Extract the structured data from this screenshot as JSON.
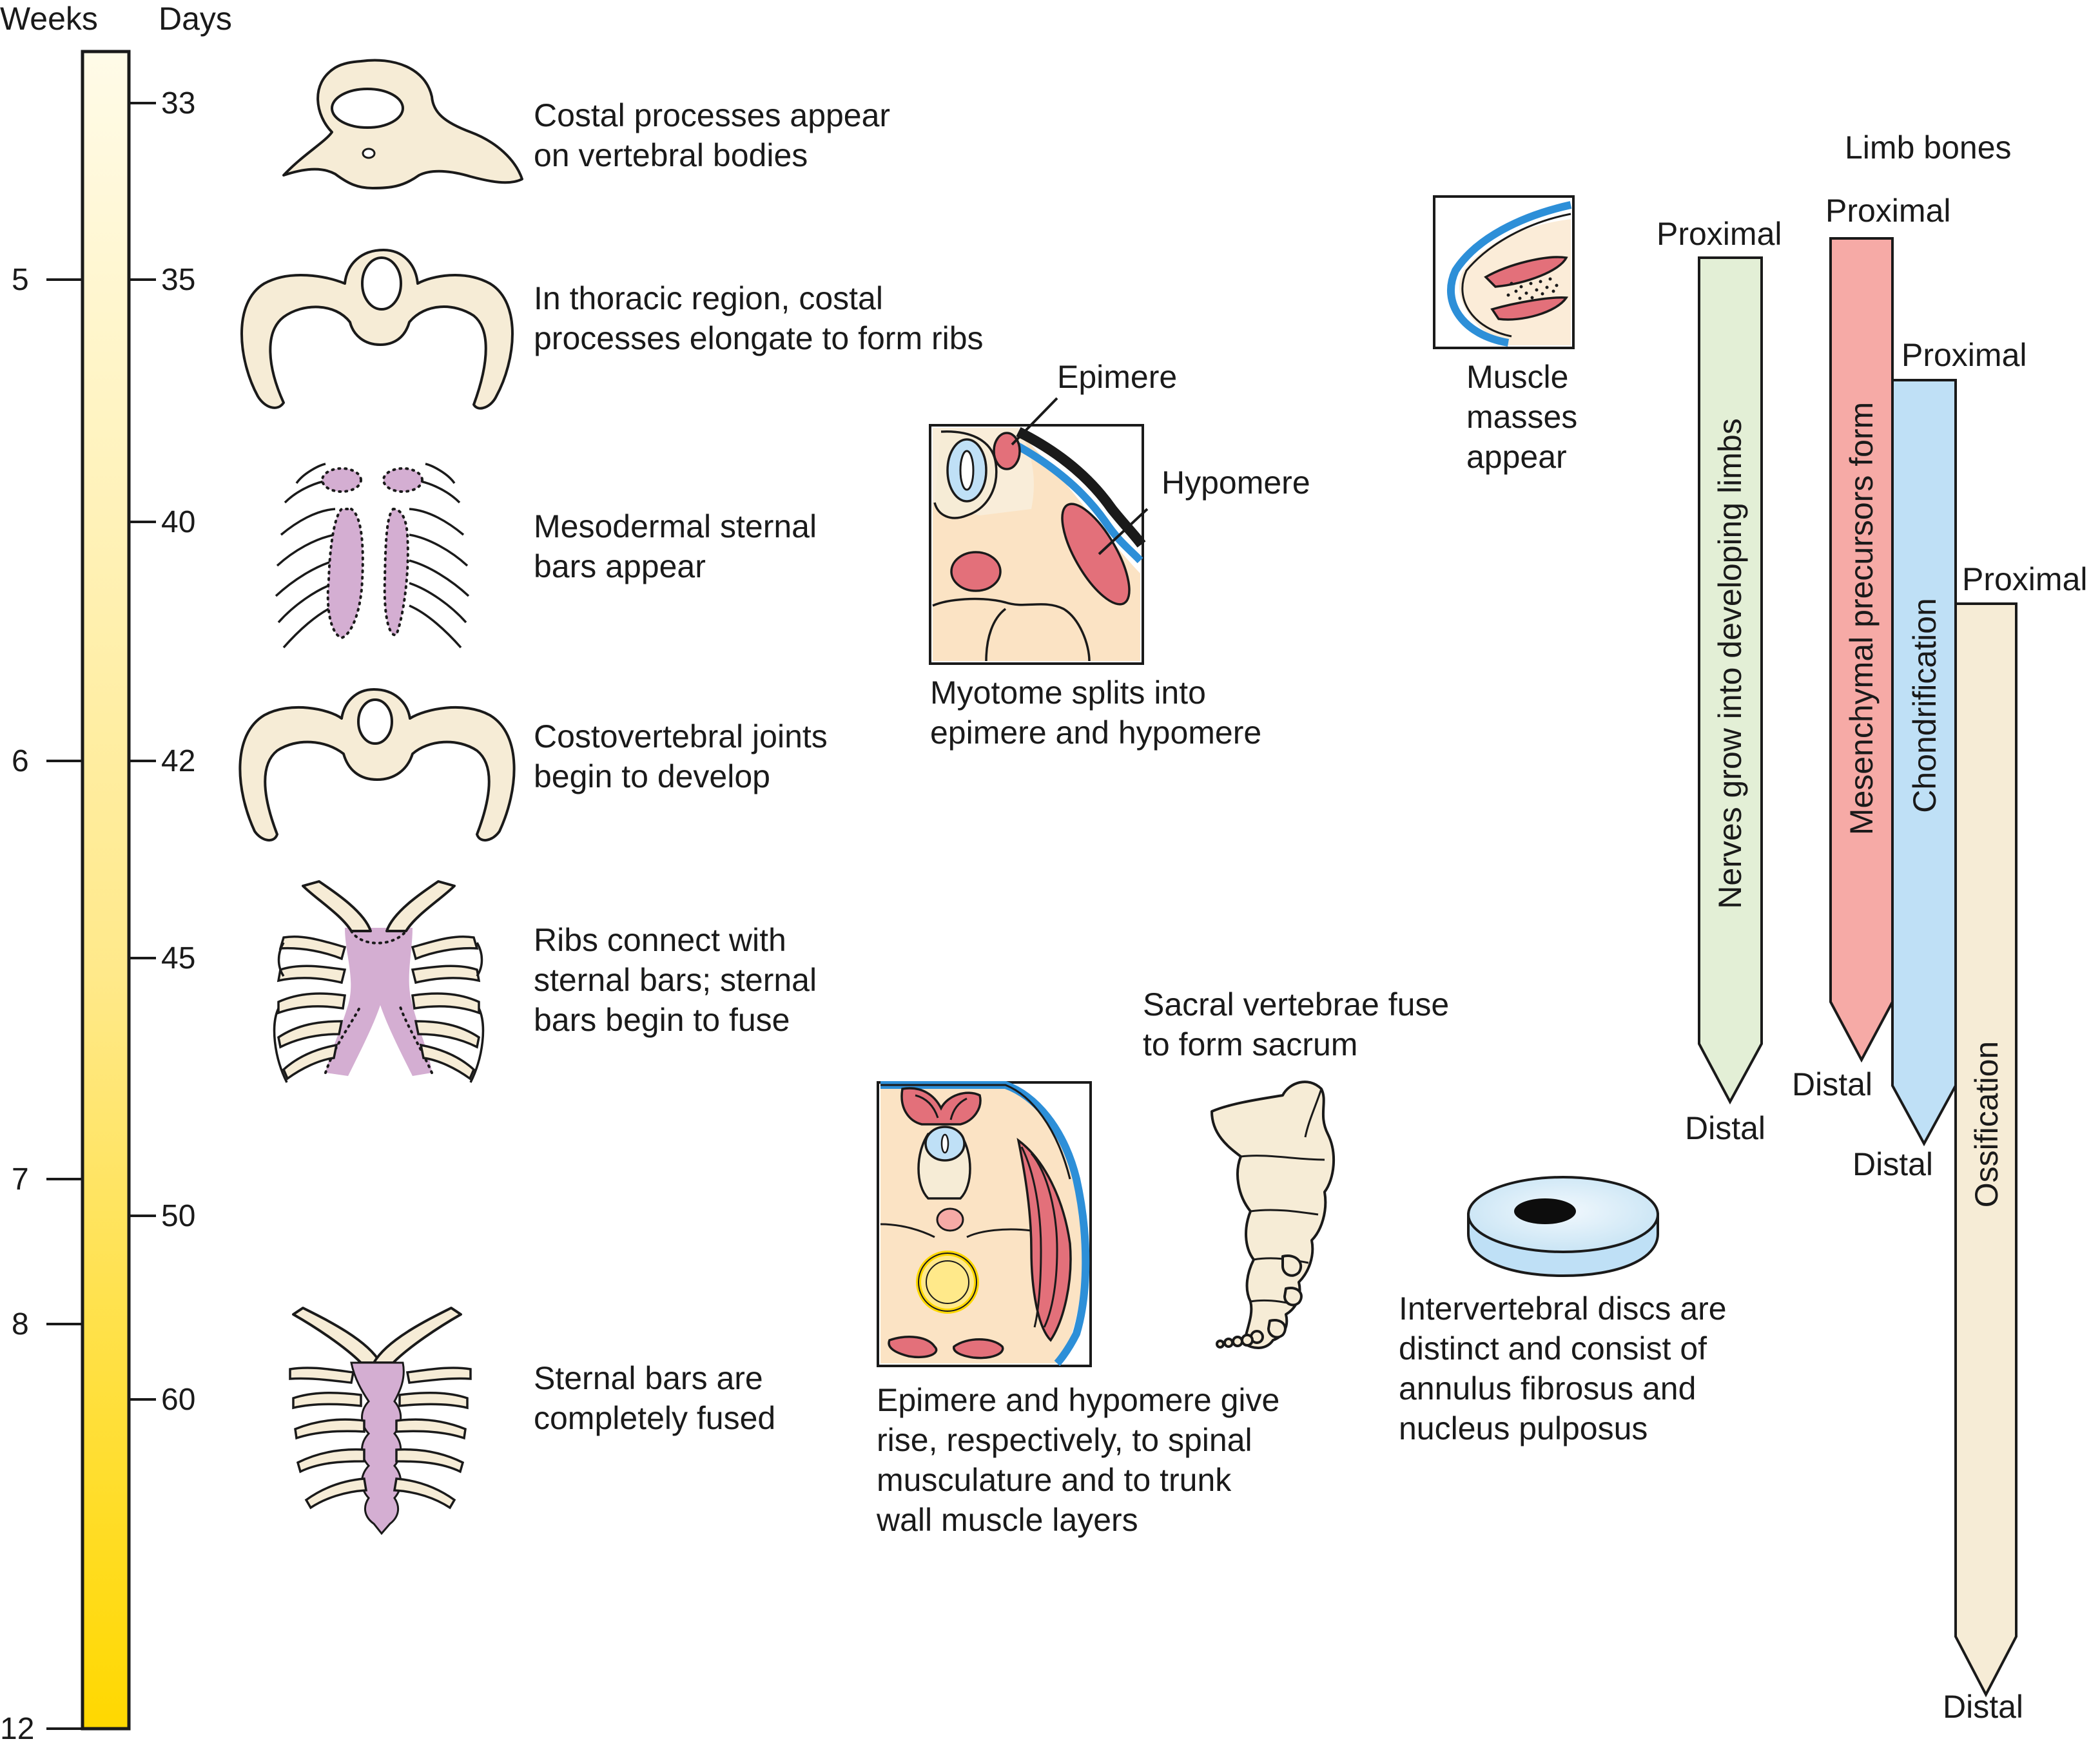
{
  "timeline": {
    "weeks_header": "Weeks",
    "days_header": "Days",
    "weeks_ticks": [
      "5",
      "6",
      "7",
      "8",
      "12"
    ],
    "days_ticks": [
      "33",
      "35",
      "40",
      "42",
      "45",
      "50",
      "60"
    ],
    "colors": {
      "bar_top": "#fffbe8",
      "bar_bottom": "#ffd800"
    }
  },
  "events": {
    "costal_processes": [
      "Costal processes appear",
      "on vertebral bodies"
    ],
    "ribs_elongate": [
      "In thoracic region, costal",
      "processes elongate to form ribs"
    ],
    "sternal_bars": [
      "Mesodermal sternal",
      "bars appear"
    ],
    "costovertebral": [
      "Costovertebral joints",
      "begin to develop"
    ],
    "ribs_connect": [
      "Ribs connect with",
      "sternal bars; sternal",
      "bars begin to fuse"
    ],
    "sternal_fused": [
      "Sternal bars are",
      "completely fused"
    ],
    "myotome": [
      "Myotome splits into",
      "epimere and hypomere"
    ],
    "epimere_label": "Epimere",
    "hypomere_label": "Hypomere",
    "muscle_masses": [
      "Muscle",
      "masses",
      "appear"
    ],
    "sacral": [
      "Sacral vertebrae fuse",
      "to form sacrum"
    ],
    "epimere_hypomere": [
      "Epimere and hypomere give",
      "rise, respectively, to spinal",
      "musculature and to trunk",
      "wall muscle layers"
    ],
    "discs": [
      "Intervertebral discs are",
      "distinct and consist of",
      "annulus fibrosus and",
      "nucleus pulposus"
    ]
  },
  "limb_bones": {
    "title": "Limb bones",
    "proximal_label": "Proximal",
    "distal_label": "Distal",
    "bars": [
      {
        "label": "Nerves grow into developing limbs",
        "color": "#e3efd6"
      },
      {
        "label": "Mesenchymal precursors form",
        "color": "#f6aaa6"
      },
      {
        "label": "Chondrification",
        "color": "#bfe0f6"
      },
      {
        "label": "Ossification",
        "color": "#f6ecd6"
      }
    ]
  },
  "colors": {
    "bone": "#f6ecd6",
    "sternal": "#d4aed2",
    "muscle": "#e3707a",
    "skin": "#2d8fd8",
    "neural": "#bfe0f6"
  }
}
